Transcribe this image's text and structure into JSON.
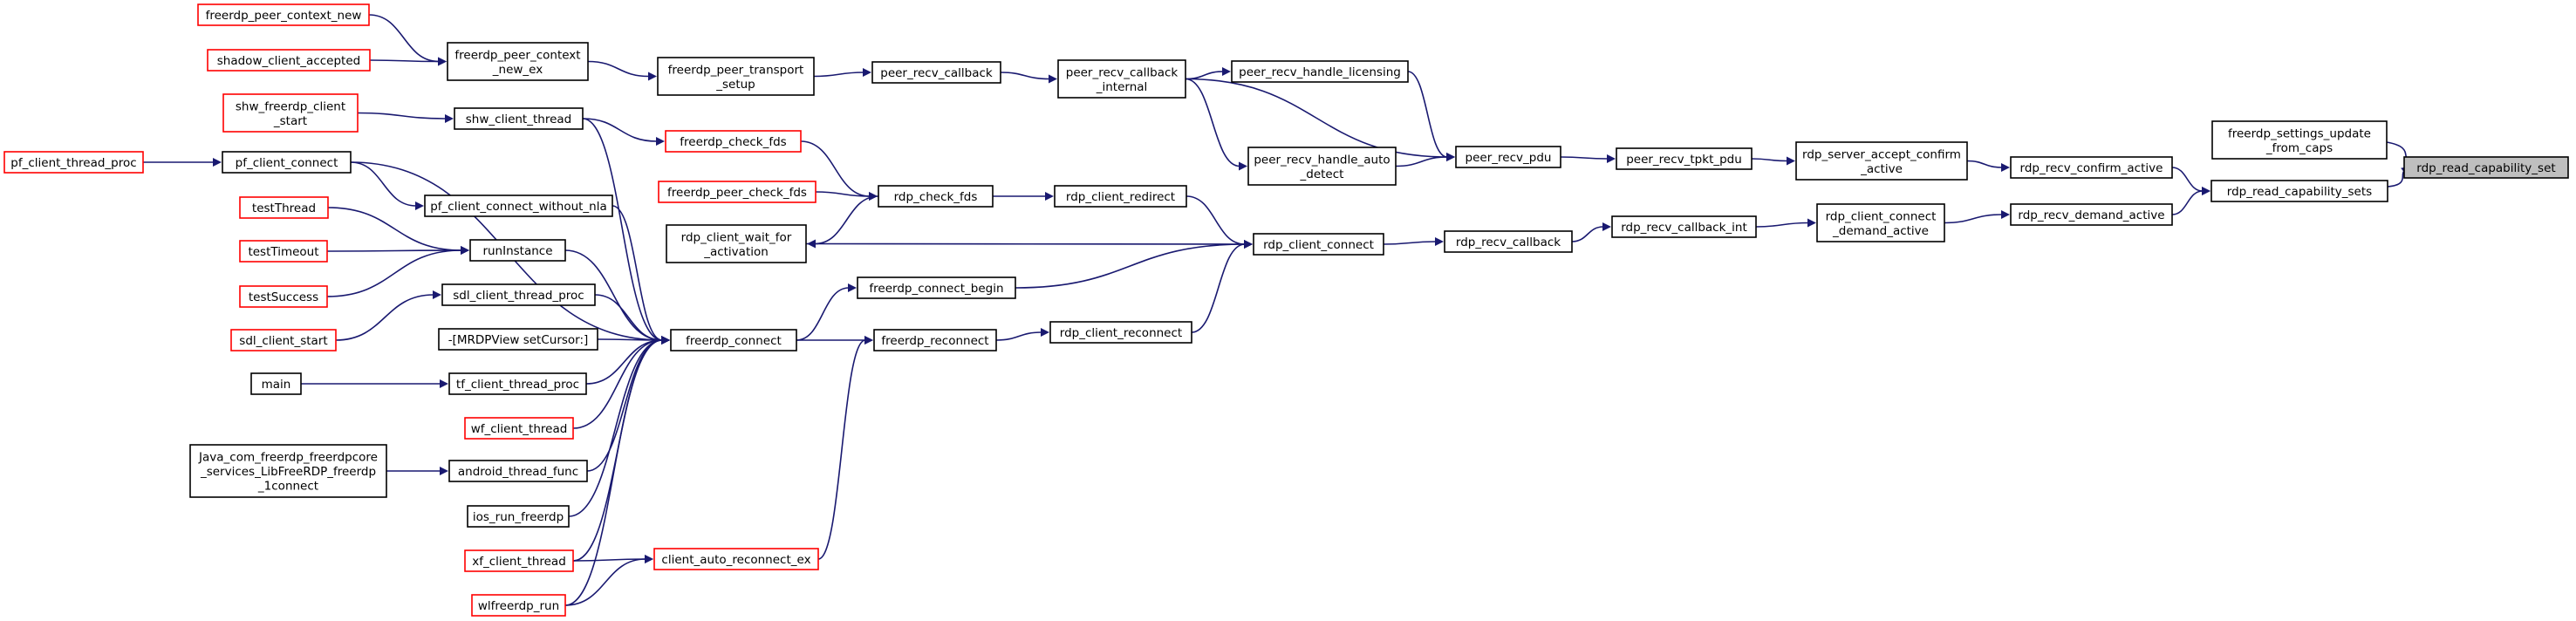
{
  "colors": {
    "edge": "#191970",
    "border_normal": "#000000",
    "border_truncated": "#ff0000",
    "fill_normal": "#ffffff",
    "fill_root": "#bfbfbf"
  },
  "nodes": [
    {
      "id": "rdp_read_capability_set",
      "lines": [
        "rdp_read_capability_set"
      ],
      "style": "root"
    },
    {
      "id": "freerdp_settings_update_from_caps",
      "lines": [
        "freerdp_settings_update",
        "_from_caps"
      ],
      "style": "normal"
    },
    {
      "id": "rdp_read_capability_sets",
      "lines": [
        "rdp_read_capability_sets"
      ],
      "style": "normal"
    },
    {
      "id": "rdp_recv_confirm_active",
      "lines": [
        "rdp_recv_confirm_active"
      ],
      "style": "normal"
    },
    {
      "id": "rdp_recv_demand_active",
      "lines": [
        "rdp_recv_demand_active"
      ],
      "style": "normal"
    },
    {
      "id": "rdp_server_accept_confirm_active",
      "lines": [
        "rdp_server_accept_confirm",
        "_active"
      ],
      "style": "normal"
    },
    {
      "id": "rdp_client_connect_demand_active",
      "lines": [
        "rdp_client_connect",
        "_demand_active"
      ],
      "style": "normal"
    },
    {
      "id": "peer_recv_tpkt_pdu",
      "lines": [
        "peer_recv_tpkt_pdu"
      ],
      "style": "normal"
    },
    {
      "id": "rdp_recv_callback_int",
      "lines": [
        "rdp_recv_callback_int"
      ],
      "style": "normal"
    },
    {
      "id": "peer_recv_pdu",
      "lines": [
        "peer_recv_pdu"
      ],
      "style": "normal"
    },
    {
      "id": "rdp_recv_callback",
      "lines": [
        "rdp_recv_callback"
      ],
      "style": "normal"
    },
    {
      "id": "peer_recv_handle_licensing",
      "lines": [
        "peer_recv_handle_licensing"
      ],
      "style": "normal"
    },
    {
      "id": "peer_recv_handle_auto_detect",
      "lines": [
        "peer_recv_handle_auto",
        "_detect"
      ],
      "style": "normal"
    },
    {
      "id": "peer_recv_callback_internal",
      "lines": [
        "peer_recv_callback",
        "_internal"
      ],
      "style": "normal"
    },
    {
      "id": "rdp_client_connect",
      "lines": [
        "rdp_client_connect"
      ],
      "style": "normal"
    },
    {
      "id": "peer_recv_callback",
      "lines": [
        "peer_recv_callback"
      ],
      "style": "normal"
    },
    {
      "id": "rdp_client_redirect",
      "lines": [
        "rdp_client_redirect"
      ],
      "style": "normal"
    },
    {
      "id": "rdp_client_reconnect",
      "lines": [
        "rdp_client_reconnect"
      ],
      "style": "normal"
    },
    {
      "id": "freerdp_connect_begin",
      "lines": [
        "freerdp_connect_begin"
      ],
      "style": "normal"
    },
    {
      "id": "rdp_client_wait_for_activation",
      "lines": [
        "rdp_client_wait_for",
        "_activation"
      ],
      "style": "normal"
    },
    {
      "id": "freerdp_peer_transport_setup",
      "lines": [
        "freerdp_peer_transport",
        "_setup"
      ],
      "style": "normal"
    },
    {
      "id": "rdp_check_fds",
      "lines": [
        "rdp_check_fds"
      ],
      "style": "normal"
    },
    {
      "id": "freerdp_reconnect",
      "lines": [
        "freerdp_reconnect"
      ],
      "style": "normal"
    },
    {
      "id": "freerdp_connect",
      "lines": [
        "freerdp_connect"
      ],
      "style": "normal"
    },
    {
      "id": "freerdp_peer_context_new_ex",
      "lines": [
        "freerdp_peer_context",
        "_new_ex"
      ],
      "style": "normal"
    },
    {
      "id": "freerdp_check_fds",
      "lines": [
        "freerdp_check_fds"
      ],
      "style": "truncated"
    },
    {
      "id": "freerdp_peer_check_fds",
      "lines": [
        "freerdp_peer_check_fds"
      ],
      "style": "truncated"
    },
    {
      "id": "client_auto_reconnect_ex",
      "lines": [
        "client_auto_reconnect_ex"
      ],
      "style": "truncated"
    },
    {
      "id": "freerdp_peer_context_new",
      "lines": [
        "freerdp_peer_context_new"
      ],
      "style": "truncated"
    },
    {
      "id": "shadow_client_accepted",
      "lines": [
        "shadow_client_accepted"
      ],
      "style": "truncated"
    },
    {
      "id": "shw_client_thread",
      "lines": [
        "shw_client_thread"
      ],
      "style": "normal"
    },
    {
      "id": "pf_client_connect",
      "lines": [
        "pf_client_connect"
      ],
      "style": "normal"
    },
    {
      "id": "pf_client_connect_without_nla",
      "lines": [
        "pf_client_connect_without_nla"
      ],
      "style": "normal"
    },
    {
      "id": "runInstance",
      "lines": [
        "runInstance"
      ],
      "style": "normal"
    },
    {
      "id": "sdl_client_thread_proc",
      "lines": [
        "sdl_client_thread_proc"
      ],
      "style": "normal"
    },
    {
      "id": "MRDPView_setCursor",
      "lines": [
        "-[MRDPView setCursor:]"
      ],
      "style": "normal"
    },
    {
      "id": "tf_client_thread_proc",
      "lines": [
        "tf_client_thread_proc"
      ],
      "style": "normal"
    },
    {
      "id": "wf_client_thread",
      "lines": [
        "wf_client_thread"
      ],
      "style": "truncated"
    },
    {
      "id": "android_thread_func",
      "lines": [
        "android_thread_func"
      ],
      "style": "normal"
    },
    {
      "id": "ios_run_freerdp",
      "lines": [
        "ios_run_freerdp"
      ],
      "style": "normal"
    },
    {
      "id": "xf_client_thread",
      "lines": [
        "xf_client_thread"
      ],
      "style": "truncated"
    },
    {
      "id": "wlfreerdp_run",
      "lines": [
        "wlfreerdp_run"
      ],
      "style": "truncated"
    },
    {
      "id": "shw_freerdp_client_start",
      "lines": [
        "shw_freerdp_client",
        "_start"
      ],
      "style": "truncated"
    },
    {
      "id": "pf_client_thread_proc",
      "lines": [
        "pf_client_thread_proc"
      ],
      "style": "truncated"
    },
    {
      "id": "testThread",
      "lines": [
        "testThread"
      ],
      "style": "truncated"
    },
    {
      "id": "testTimeout",
      "lines": [
        "testTimeout"
      ],
      "style": "truncated"
    },
    {
      "id": "testSuccess",
      "lines": [
        "testSuccess"
      ],
      "style": "truncated"
    },
    {
      "id": "sdl_client_start",
      "lines": [
        "sdl_client_start"
      ],
      "style": "truncated"
    },
    {
      "id": "main",
      "lines": [
        "main"
      ],
      "style": "normal"
    },
    {
      "id": "Java_com_freerdp",
      "lines": [
        "Java_com_freerdp_freerdpcore",
        "_services_LibFreeRDP_freerdp",
        "_1connect"
      ],
      "style": "normal"
    }
  ],
  "edges": [
    {
      "from": "rdp_read_capability_set",
      "to": "freerdp_settings_update_from_caps"
    },
    {
      "from": "rdp_read_capability_set",
      "to": "rdp_read_capability_sets"
    },
    {
      "from": "rdp_read_capability_sets",
      "to": "rdp_recv_confirm_active"
    },
    {
      "from": "rdp_read_capability_sets",
      "to": "rdp_recv_demand_active"
    },
    {
      "from": "rdp_recv_confirm_active",
      "to": "rdp_server_accept_confirm_active"
    },
    {
      "from": "rdp_recv_demand_active",
      "to": "rdp_client_connect_demand_active"
    },
    {
      "from": "rdp_server_accept_confirm_active",
      "to": "peer_recv_tpkt_pdu"
    },
    {
      "from": "rdp_client_connect_demand_active",
      "to": "rdp_recv_callback_int"
    },
    {
      "from": "peer_recv_tpkt_pdu",
      "to": "peer_recv_pdu"
    },
    {
      "from": "rdp_recv_callback_int",
      "to": "rdp_recv_callback"
    },
    {
      "from": "peer_recv_pdu",
      "to": "peer_recv_handle_licensing"
    },
    {
      "from": "peer_recv_pdu",
      "to": "peer_recv_callback_internal"
    },
    {
      "from": "peer_recv_pdu",
      "to": "peer_recv_handle_auto_detect"
    },
    {
      "from": "rdp_recv_callback",
      "to": "rdp_client_connect"
    },
    {
      "from": "peer_recv_handle_licensing",
      "to": "peer_recv_callback_internal"
    },
    {
      "from": "peer_recv_handle_auto_detect",
      "to": "peer_recv_callback_internal"
    },
    {
      "from": "peer_recv_callback_internal",
      "to": "peer_recv_callback"
    },
    {
      "from": "rdp_client_connect",
      "to": "rdp_client_redirect"
    },
    {
      "from": "rdp_client_connect",
      "to": "rdp_client_wait_for_activation"
    },
    {
      "from": "rdp_client_connect",
      "to": "freerdp_connect_begin"
    },
    {
      "from": "rdp_client_connect",
      "to": "rdp_client_reconnect"
    },
    {
      "from": "peer_recv_callback",
      "to": "freerdp_peer_transport_setup"
    },
    {
      "from": "rdp_client_redirect",
      "to": "rdp_check_fds"
    },
    {
      "from": "rdp_client_reconnect",
      "to": "freerdp_reconnect"
    },
    {
      "from": "freerdp_connect_begin",
      "to": "freerdp_connect"
    },
    {
      "from": "rdp_client_wait_for_activation",
      "to": "rdp_check_fds"
    },
    {
      "from": "freerdp_peer_transport_setup",
      "to": "freerdp_peer_context_new_ex"
    },
    {
      "from": "rdp_check_fds",
      "to": "freerdp_check_fds"
    },
    {
      "from": "rdp_check_fds",
      "to": "freerdp_peer_check_fds"
    },
    {
      "from": "freerdp_reconnect",
      "to": "freerdp_connect"
    },
    {
      "from": "freerdp_reconnect",
      "to": "client_auto_reconnect_ex"
    },
    {
      "from": "freerdp_peer_context_new_ex",
      "to": "freerdp_peer_context_new"
    },
    {
      "from": "freerdp_peer_context_new_ex",
      "to": "shadow_client_accepted"
    },
    {
      "from": "freerdp_check_fds",
      "to": "shw_client_thread"
    },
    {
      "from": "shw_client_thread",
      "to": "shw_freerdp_client_start"
    },
    {
      "from": "freerdp_connect",
      "to": "shw_client_thread"
    },
    {
      "from": "freerdp_connect",
      "to": "pf_client_connect"
    },
    {
      "from": "freerdp_connect",
      "to": "runInstance"
    },
    {
      "from": "freerdp_connect",
      "to": "sdl_client_thread_proc"
    },
    {
      "from": "freerdp_connect",
      "to": "MRDPView_setCursor"
    },
    {
      "from": "freerdp_connect",
      "to": "tf_client_thread_proc"
    },
    {
      "from": "freerdp_connect",
      "to": "wf_client_thread"
    },
    {
      "from": "freerdp_connect",
      "to": "android_thread_func"
    },
    {
      "from": "freerdp_connect",
      "to": "ios_run_freerdp"
    },
    {
      "from": "freerdp_connect",
      "to": "xf_client_thread"
    },
    {
      "from": "freerdp_connect",
      "to": "wlfreerdp_run"
    },
    {
      "from": "freerdp_connect",
      "to": "pf_client_connect_without_nla"
    },
    {
      "from": "pf_client_connect_without_nla",
      "to": "pf_client_connect"
    },
    {
      "from": "pf_client_connect",
      "to": "pf_client_thread_proc"
    },
    {
      "from": "runInstance",
      "to": "testThread"
    },
    {
      "from": "runInstance",
      "to": "testTimeout"
    },
    {
      "from": "runInstance",
      "to": "testSuccess"
    },
    {
      "from": "sdl_client_thread_proc",
      "to": "sdl_client_start"
    },
    {
      "from": "tf_client_thread_proc",
      "to": "main"
    },
    {
      "from": "android_thread_func",
      "to": "Java_com_freerdp"
    },
    {
      "from": "client_auto_reconnect_ex",
      "to": "xf_client_thread"
    },
    {
      "from": "client_auto_reconnect_ex",
      "to": "wlfreerdp_run"
    }
  ]
}
